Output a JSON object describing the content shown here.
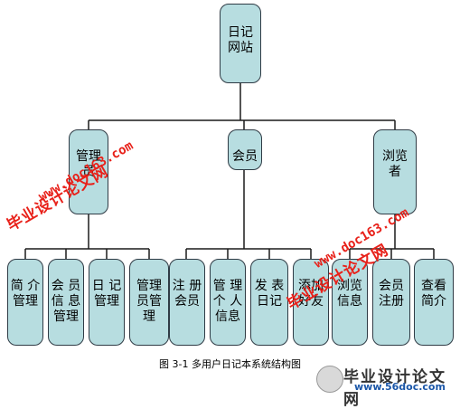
{
  "root": {
    "label": "日记\n网站"
  },
  "level2": [
    {
      "label": "管理\n员"
    },
    {
      "label": "会员"
    },
    {
      "label": "浏览\n者"
    }
  ],
  "leaves": [
    {
      "label": "简 介\n管理"
    },
    {
      "label": "会 员\n信 息\n管理"
    },
    {
      "label": "日 记\n管理"
    },
    {
      "label": "管理\n员管\n理"
    },
    {
      "label": "注 册\n会员"
    },
    {
      "label": "管 理\n个 人\n信息"
    },
    {
      "label": "发 表\n日记"
    },
    {
      "label": "添加\n好友"
    },
    {
      "label": "浏览\n信息"
    },
    {
      "label": "会员\n注册"
    },
    {
      "label": "查看\n简介"
    }
  ],
  "caption": "图 3-1 多用户日记本系统结构图",
  "watermarks": {
    "cn": "毕业设计论文网",
    "url": "www.doc163.com"
  },
  "logo": {
    "cn": "毕业设计论文网",
    "url": "www.56doc.com"
  }
}
